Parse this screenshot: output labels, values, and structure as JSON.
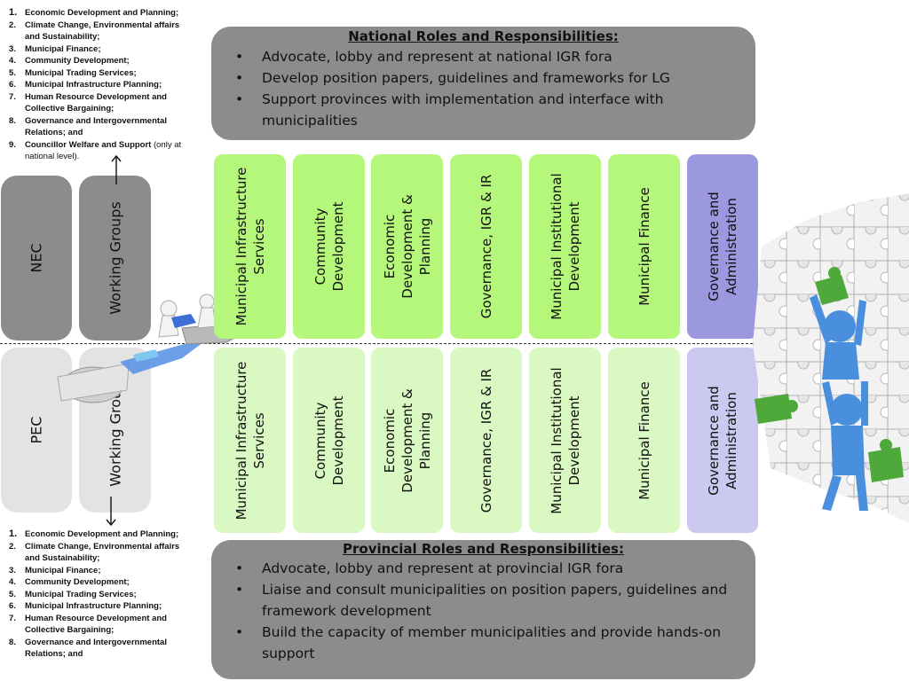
{
  "national": {
    "title": "National Roles and Responsibilities:",
    "bullets": [
      "Advocate, lobby and represent at national IGR fora",
      "Develop  position papers, guidelines and frameworks for LG",
      "Support provinces with implementation and interface with municipalities"
    ]
  },
  "provincial": {
    "title": "Provincial Roles and Responsibilities:",
    "bullets": [
      "Advocate, lobby and represent at provincial IGR fora",
      "Liaise and consult municipalities on position papers, guidelines and framework development",
      "Build the capacity of member municipalities and provide hands-on support"
    ]
  },
  "top_list": [
    {
      "num": "1.",
      "text": "Economic Development and Planning;",
      "note": ""
    },
    {
      "num": "2.",
      "text": "Climate Change, Environmental affairs and Sustainability;",
      "note": ""
    },
    {
      "num": "3.",
      "text": "Municipal Finance;",
      "note": ""
    },
    {
      "num": "4.",
      "text": "Community Development;",
      "note": ""
    },
    {
      "num": "5.",
      "text": "Municipal Trading Services;",
      "note": ""
    },
    {
      "num": "6.",
      "text": "Municipal Infrastructure Planning;",
      "note": ""
    },
    {
      "num": "7.",
      "text": "Human Resource Development and Collective Bargaining;",
      "note": ""
    },
    {
      "num": "8.",
      "text": "Governance and Intergovernmental Relations; and",
      "note": ""
    },
    {
      "num": "9.",
      "text": "Councillor Welfare and Support",
      "note": " (only at national level)."
    }
  ],
  "bottom_list": [
    {
      "num": "1.",
      "text": "Economic Development and Planning;"
    },
    {
      "num": "2.",
      "text": "Climate Change, Environmental affairs and Sustainability;"
    },
    {
      "num": "3.",
      "text": "Municipal Finance;"
    },
    {
      "num": "4.",
      "text": "Community Development;"
    },
    {
      "num": "5.",
      "text": "Municipal Trading Services;"
    },
    {
      "num": "6.",
      "text": "Municipal Infrastructure Planning;"
    },
    {
      "num": "7.",
      "text": "Human Resource Development and Collective Bargaining;"
    },
    {
      "num": "8.",
      "text": "Governance and Intergovernmental Relations; and"
    }
  ],
  "left": {
    "nec": "NEC",
    "pec": "PEC",
    "working_groups_top": "Working Groups",
    "working_groups_bottom": "Working Groups"
  },
  "national_cols": [
    "Municipal Infrastructure Services",
    "Community Development",
    "Economic Development & Planning",
    "Governance, IGR & IR",
    "Municipal Institutional Development",
    "Municipal Finance",
    "Governance and Administration"
  ],
  "provincial_cols": [
    "Municipal Infrastructure Services",
    "Community Development",
    "Economic Development & Planning",
    "Governance, IGR & IR",
    "Municipal Institutional Development",
    "Municipal Finance",
    "Governance and Administration"
  ],
  "colors": {
    "green_top": "#b5f77a",
    "green_bottom": "#d9f8c2",
    "purple_top": "#9b98e0",
    "purple_bottom": "#cbc9f0",
    "gray_dark": "#8c8c8c",
    "gray_light": "#e3e3e3"
  },
  "icons": [
    "puzzle-climbers-illustration",
    "puzzle-builders-illustration"
  ]
}
